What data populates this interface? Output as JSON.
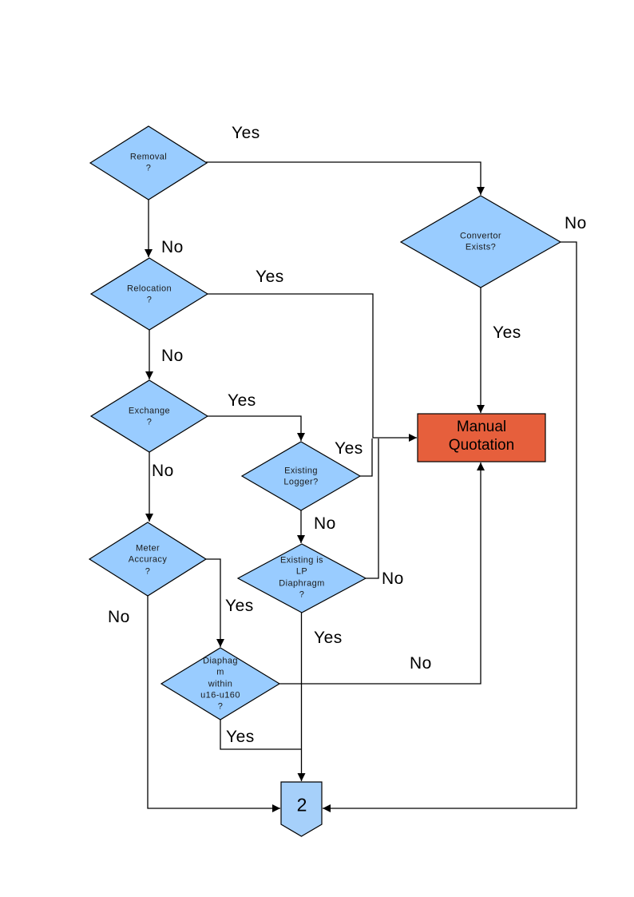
{
  "page": {
    "type": "flowchart-page",
    "background": "#ffffff"
  },
  "colors": {
    "decision_fill": "#99CCFF",
    "decision_border": "#000000",
    "process_fill": "#E65F3C",
    "process_border": "#000000",
    "offpage_fill": "#A6D0FA",
    "offpage_border": "#000000",
    "line": "#000000"
  },
  "nodes": {
    "removal": {
      "label": "Removal\n?"
    },
    "convertor": {
      "label": "Convertor\nExists?"
    },
    "relocation": {
      "label": "Relocation\n?"
    },
    "exchange": {
      "label": "Exchange\n?"
    },
    "logger": {
      "label": "Existing\nLogger?"
    },
    "meter": {
      "label": "Meter\nAccuracy\n?"
    },
    "lp": {
      "label": "Existing is\nLP\nDiaphragm\n?"
    },
    "diaphragm": {
      "label": "Diaphag\nm\nwithin\nu16-u160\n?"
    },
    "manual": {
      "label": "Manual\nQuotation"
    },
    "connector2": {
      "label": "2"
    }
  },
  "edge_labels": {
    "removal_yes": "Yes",
    "removal_no": "No",
    "convertor_no": "No",
    "convertor_yes": "Yes",
    "relocation_yes": "Yes",
    "relocation_no": "No",
    "exchange_yes": "Yes",
    "exchange_no": "No",
    "logger_yes": "Yes",
    "logger_no": "No",
    "lp_no": "No",
    "lp_yes": "Yes",
    "meter_yes": "Yes",
    "meter_no": "No",
    "diaphragm_no": "No",
    "diaphragm_yes": "Yes"
  }
}
